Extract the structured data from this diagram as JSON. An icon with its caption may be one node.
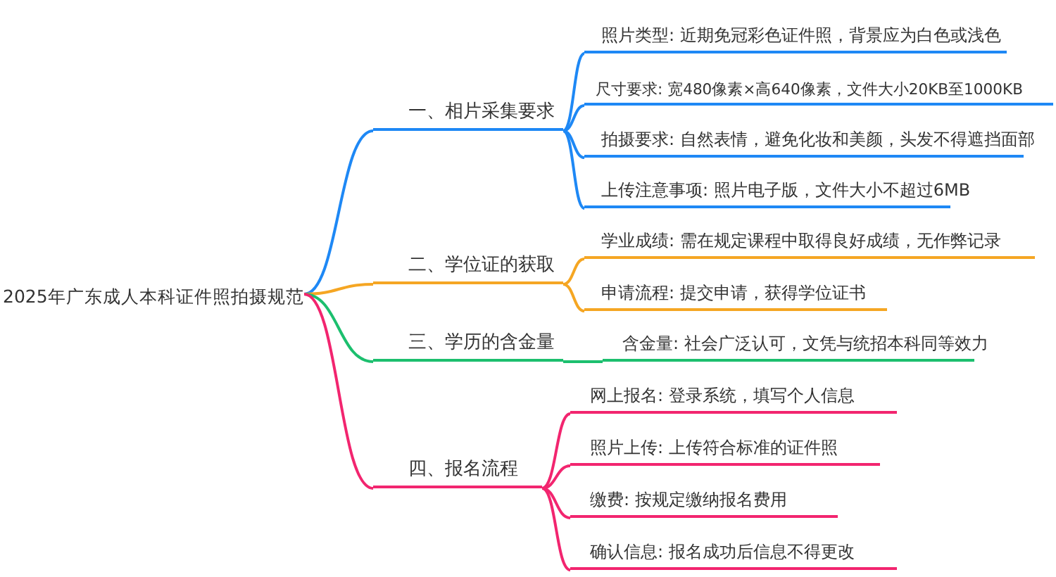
{
  "diagram": {
    "nodes": [
      {
        "text": [
          "2025年广东成人本科证件照拍摄规范"
        ]
      },
      {
        "text": [
          "一、相片采集要求"
        ]
      },
      {
        "text": [
          "照片类型: 近期免冠彩色证件照，背景应为白色或浅色"
        ]
      },
      {
        "text": [
          "尺寸要求: 宽480像素×高640像素，文件大小20KB至1000KB"
        ]
      },
      {
        "text": [
          "拍摄要求: 自然表情，避免化妆和美颜，头发不得遮挡面部"
        ]
      },
      {
        "text": [
          "上传注意事项: 照片电子版，文件大小不超过6MB"
        ]
      },
      {
        "text": [
          "二、学位证的获取"
        ]
      },
      {
        "text": [
          "学业成绩: 需在规定课程中取得良好成绩，无作弊记录"
        ]
      },
      {
        "text": [
          "申请流程: 提交申请，获得学位证书"
        ]
      },
      {
        "text": [
          "三、学历的含金量"
        ]
      },
      {
        "text": [
          "含金量: 社会广泛认可，文凭与统招本科同等效力"
        ]
      },
      {
        "text": [
          "四、报名流程"
        ]
      },
      {
        "text": [
          "网上报名: 登录系统，填写个人信息"
        ]
      },
      {
        "text": [
          "照片上传: 上传符合标准的证件照"
        ]
      },
      {
        "text": [
          "缴费: 按规定缴纳报名费用"
        ]
      },
      {
        "text": [
          "确认信息: 报名成功后信息不得更改"
        ]
      }
    ],
    "edges": [
      {
        "from": 0,
        "to": 1,
        "arrow": "none",
        "color": "#1e88f5"
      },
      {
        "from": 1,
        "to": 2,
        "arrow": "none",
        "color": "#1e88f5"
      },
      {
        "from": 1,
        "to": 3,
        "arrow": "none",
        "color": "#1e88f5"
      },
      {
        "from": 1,
        "to": 4,
        "arrow": "none",
        "color": "#1e88f5"
      },
      {
        "from": 1,
        "to": 5,
        "arrow": "none",
        "color": "#1e88f5"
      },
      {
        "from": 0,
        "to": 6,
        "arrow": "none",
        "color": "#f5a623"
      },
      {
        "from": 6,
        "to": 7,
        "arrow": "none",
        "color": "#f5a623"
      },
      {
        "from": 6,
        "to": 8,
        "arrow": "none",
        "color": "#f5a623"
      },
      {
        "from": 0,
        "to": 9,
        "arrow": "none",
        "color": "#1cbf6e"
      },
      {
        "from": 9,
        "to": 10,
        "arrow": "none",
        "color": "#1cbf6e"
      },
      {
        "from": 0,
        "to": 11,
        "arrow": "none",
        "color": "#f2256f"
      },
      {
        "from": 11,
        "to": 12,
        "arrow": "none",
        "color": "#f2256f"
      },
      {
        "from": 11,
        "to": 13,
        "arrow": "none",
        "color": "#f2256f"
      },
      {
        "from": 11,
        "to": 14,
        "arrow": "none",
        "color": "#f2256f"
      },
      {
        "from": 11,
        "to": 15,
        "arrow": "none",
        "color": "#f2256f"
      }
    ]
  }
}
